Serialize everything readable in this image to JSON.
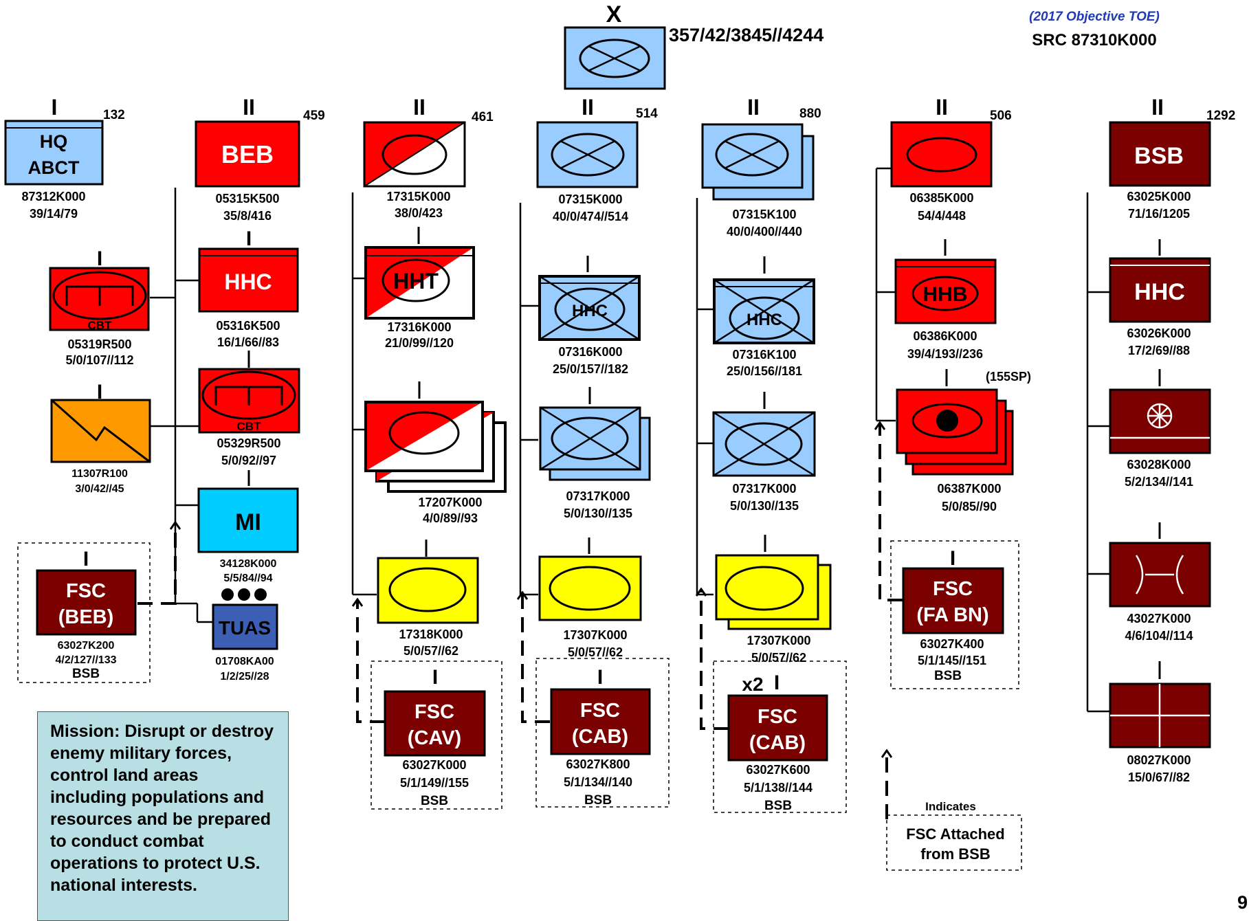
{
  "header": {
    "echelon": "X",
    "strength": "357/42/3845//4244",
    "toe_note": "(2017 Objective TOE)",
    "src": "SRC 87310K000",
    "page_number": "9"
  },
  "columns": [
    {
      "echelon": "I",
      "count": "132",
      "label": "HQ ABCT",
      "code": "87312K000",
      "str": "39/14/79"
    },
    {
      "echelon": "II",
      "count": "459",
      "label": "BEB",
      "code": "05315K500",
      "str": "35/8/416"
    },
    {
      "echelon": "II",
      "count": "461",
      "code": "17315K000",
      "str": "38/0/423"
    },
    {
      "echelon": "II",
      "count": "514",
      "code": "07315K000",
      "str": "40/0/474//514"
    },
    {
      "echelon": "II",
      "count": "880",
      "code": "07315K100",
      "str": "40/0/400//440"
    },
    {
      "echelon": "II",
      "count": "506",
      "code": "06385K000",
      "str": "54/4/448"
    },
    {
      "echelon": "II",
      "count": "1292",
      "label": "BSB",
      "code": "63025K000",
      "str": "71/16/1205"
    }
  ],
  "units": {
    "col1": [
      {
        "echelon": "I",
        "label": "CBT",
        "code": "05319R500",
        "str": "5/0/107//112"
      },
      {
        "echelon": "I",
        "code": "11307R100",
        "str": "3/0/42//45"
      },
      {
        "echelon": "I",
        "label1": "FSC",
        "label2": "(BEB)",
        "code": "63027K200",
        "str": "4/2/127//133",
        "parent": "BSB"
      }
    ],
    "col2": [
      {
        "echelon": "I",
        "label": "HHC",
        "code": "05316K500",
        "str": "16/1/66//83"
      },
      {
        "echelon": "I",
        "label": "CBT",
        "code": "05329R500",
        "str": "5/0/92//97"
      },
      {
        "echelon": "I",
        "label": "MI",
        "code": "34128K000",
        "str": "5/5/84//94"
      },
      {
        "echelon": "•••",
        "label": "TUAS",
        "code": "01708KA00",
        "str": "1/2/25//28"
      }
    ],
    "col3": [
      {
        "echelon": "I",
        "label": "HHT",
        "code": "17316K000",
        "str": "21/0/99//120"
      },
      {
        "echelon": "I",
        "code": "17207K000",
        "str": "4/0/89//93"
      },
      {
        "echelon": "I",
        "code": "17318K000",
        "str": "5/0/57//62"
      },
      {
        "echelon": "I",
        "label1": "FSC",
        "label2": "(CAV)",
        "code": "63027K000",
        "str": "5/1/149//155",
        "parent": "BSB"
      }
    ],
    "col4": [
      {
        "echelon": "I",
        "label": "HHC",
        "code": "07316K000",
        "str": "25/0/157//182"
      },
      {
        "echelon": "I",
        "code": "07317K000",
        "str": "5/0/130//135"
      },
      {
        "echelon": "I",
        "code": "17307K000",
        "str": "5/0/57//62"
      },
      {
        "echelon": "I",
        "label1": "FSC",
        "label2": "(CAB)",
        "code": "63027K800",
        "str": "5/1/134//140",
        "parent": "BSB"
      }
    ],
    "col5": [
      {
        "echelon": "I",
        "label": "HHC",
        "code": "07316K100",
        "str": "25/0/156//181"
      },
      {
        "echelon": "I",
        "code": "07317K000",
        "str": "5/0/130//135"
      },
      {
        "echelon": "I",
        "code": "17307K000",
        "str": "5/0/57//62"
      },
      {
        "echelon": "I",
        "mult": "x2",
        "label1": "FSC",
        "label2": "(CAB)",
        "code": "63027K600",
        "str": "5/1/138//144",
        "parent": "BSB"
      }
    ],
    "col6": [
      {
        "echelon": "I",
        "label": "HHB",
        "code": "06386K000",
        "str": "39/4/193//236"
      },
      {
        "echelon": "I",
        "note": "(155SP)",
        "code": "06387K000",
        "str": "5/0/85//90"
      },
      {
        "echelon": "I",
        "label1": "FSC",
        "label2": "(FA BN)",
        "code": "63027K400",
        "str": "5/1/145//151",
        "parent": "BSB"
      }
    ],
    "col7": [
      {
        "echelon": "I",
        "label": "HHC",
        "code": "63026K000",
        "str": "17/2/69//88"
      },
      {
        "echelon": "I",
        "code": "63028K000",
        "str": "5/2/134//141"
      },
      {
        "echelon": "I",
        "code": "43027K000",
        "str": "4/6/104//114"
      },
      {
        "echelon": "I",
        "code": "08027K000",
        "str": "15/0/67//82"
      }
    ]
  },
  "legend": {
    "title": "Indicates",
    "line1": "FSC Attached",
    "line2": "from BSB"
  },
  "mission": "Mission: Disrupt or destroy enemy military forces, control land areas including populations and resources and be prepared to conduct combat operations to protect U.S. national interests.",
  "colors": {
    "blue": "#99ccff",
    "red": "#ff0000",
    "maroon": "#7b0000",
    "yellow": "#ffff00",
    "orange": "#ff9900",
    "cyan": "#00ccff",
    "tuas": "#3b5fb5",
    "toe_note": "#1f3bb5"
  }
}
